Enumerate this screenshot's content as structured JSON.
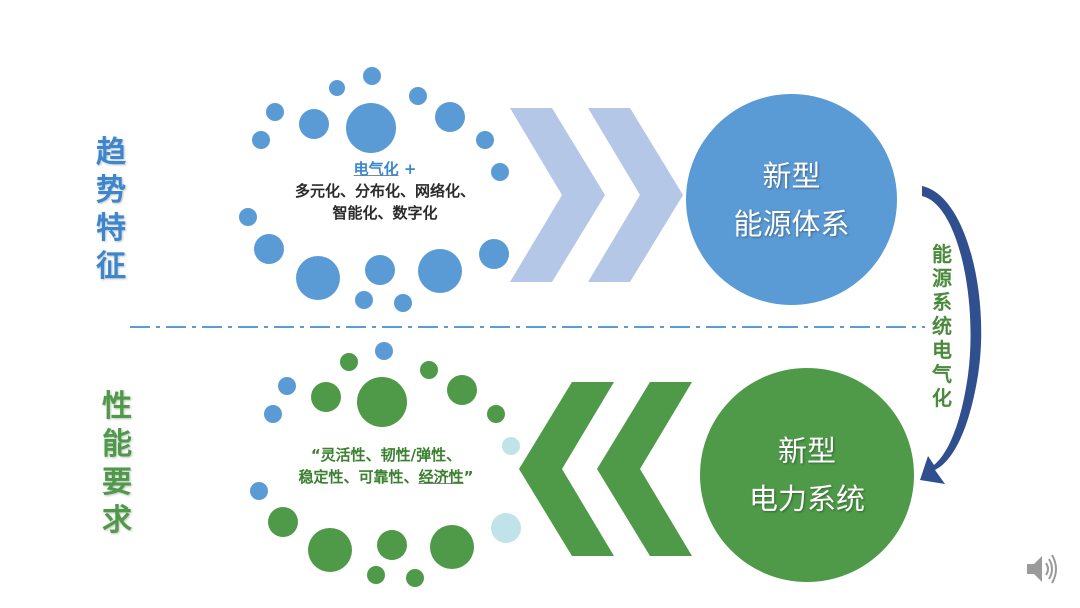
{
  "top": {
    "side_label": [
      "趋",
      "势",
      "特",
      "征"
    ],
    "caption_highlight": "电气化",
    "caption_plus": " +",
    "caption_line2": "多元化、分布化、网络化、",
    "caption_line3": "智能化、数字化",
    "circle_line1": "新型",
    "circle_line2": "能源体系",
    "color": "#5b9bd5"
  },
  "bottom": {
    "side_label": [
      "性",
      "能",
      "要",
      "求"
    ],
    "caption_line1": "“灵活性、韧性/弹性、",
    "caption_line2_prefix": "稳定性、可靠性、",
    "caption_highlight": "经济性",
    "caption_line2_suffix": "”",
    "circle_line1": "新型",
    "circle_line2": "电力系统",
    "color": "#4e9a48"
  },
  "middle_label": [
    "能",
    "源",
    "系",
    "统",
    "电",
    "气",
    "化"
  ],
  "colors": {
    "blue": "#5b9bd5",
    "blue_text": "#3b86cf",
    "light_blue": "#b4c7e7",
    "green": "#4e9a48",
    "pale_teal": "#bfe3e8",
    "navy": "#2f4f8f",
    "divider": "#5b9bd5"
  },
  "icons": {
    "speaker": "speaker-icon"
  }
}
